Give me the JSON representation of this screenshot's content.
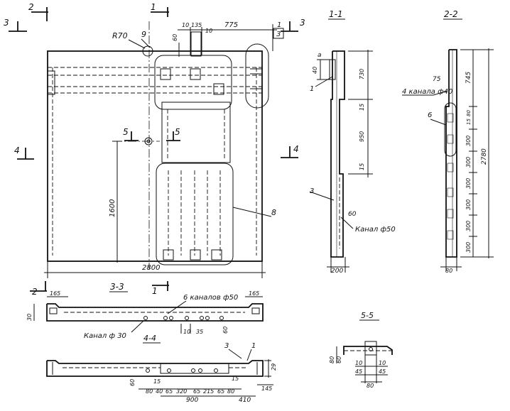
{
  "plan": {
    "top_dims": [
      "10",
      "135",
      "10",
      "775"
    ],
    "radius": "R70",
    "num9": "9",
    "num1": "1",
    "num3": "3",
    "dim60": "60",
    "num8": "8",
    "dim1600": "1600",
    "dim2800": "2800",
    "cut2": "2",
    "cut3": "3",
    "cut1": "1",
    "cut4": "4",
    "cut5": "5"
  },
  "section11": {
    "title": "1-1",
    "dims": [
      "a",
      "40",
      "730",
      "15",
      "950",
      "15"
    ],
    "callout1": "1",
    "callout3": "3",
    "dim60": "60",
    "channel": "Канал ф50",
    "width": "200"
  },
  "section22": {
    "title": "2-2",
    "dim75": "75",
    "channels": "4 канала ф40",
    "callout6": "6",
    "dims": [
      "745",
      "80",
      "15",
      "300",
      "300",
      "300",
      "300",
      "300",
      "300"
    ],
    "total": "2780",
    "width": "80"
  },
  "section33": {
    "title": "3-3",
    "cut2": "2",
    "cut1": "1",
    "dim165a": "165",
    "dim165b": "165",
    "dim30": "30",
    "channels": "6 каналов ф50",
    "channel30": "Канал ф 30",
    "bottom_dims": [
      "10",
      "35",
      "60"
    ],
    "section44": "4-4"
  },
  "section44": {
    "callout3": "3",
    "callout1": "1",
    "dim29": "29",
    "dim60": "60",
    "dim15a": "15",
    "dim15b": "15",
    "row1": [
      "80",
      "40",
      "65",
      "320",
      "65",
      "215",
      "65",
      "80"
    ],
    "dim900": "900",
    "dim410": "410",
    "dim145": "145"
  },
  "section55": {
    "title": "5-5",
    "dims": [
      "80",
      "60",
      "10",
      "10",
      "45",
      "45",
      "80"
    ]
  }
}
